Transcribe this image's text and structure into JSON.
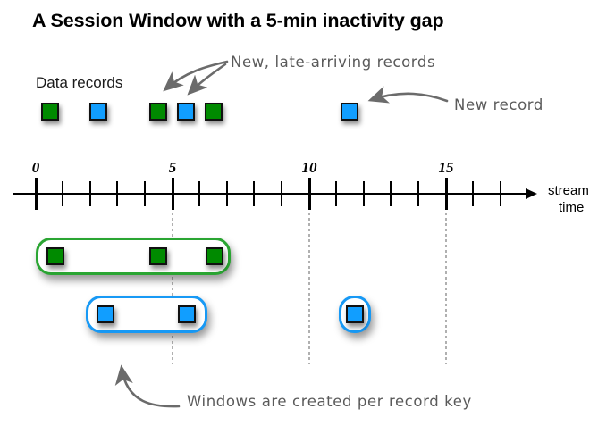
{
  "title": "A Session Window with a 5-min inactivity gap",
  "labels": {
    "data_records": "Data records",
    "axis_name_line1": "stream",
    "axis_name_line2": "time"
  },
  "annotations": {
    "late_records": "New, late-arriving records",
    "new_record": "New record",
    "windows_per_key": "Windows are created per record key"
  },
  "colors": {
    "green_record": "#008a00",
    "blue_record": "#119eff",
    "green_window_border": "#2aa532",
    "blue_window_border": "#1799f5",
    "annotation_gray": "#5a5a5a",
    "axis": "#000000",
    "guide": "#b0b0b0"
  },
  "axis": {
    "tick_labels": [
      "0",
      "5",
      "10",
      "15"
    ],
    "tick_label_values": [
      0,
      5,
      10,
      15
    ],
    "major_ticks": [
      0,
      5,
      10,
      15
    ],
    "minor_ticks": [
      1,
      2,
      3,
      4,
      6,
      7,
      8,
      9,
      11,
      12,
      13,
      14,
      16,
      17
    ],
    "range": [
      0,
      17.5
    ],
    "unit_label": "stream time"
  },
  "chart_data": {
    "type": "timeline",
    "title": "A Session Window with a 5-min inactivity gap",
    "xlabel": "stream time",
    "xlim": [
      0,
      17.5
    ],
    "gap_minutes": 5,
    "records_row": [
      {
        "key": "green",
        "time": 0.3
      },
      {
        "key": "blue",
        "time": 2.0
      },
      {
        "key": "green",
        "time": 4.2
      },
      {
        "key": "blue",
        "time": 5.2
      },
      {
        "key": "green",
        "time": 6.2
      },
      {
        "key": "blue",
        "time": 11.2
      }
    ],
    "windows": [
      {
        "key": "green",
        "start": 0.1,
        "end": 7.1,
        "records": [
          0.3,
          4.2,
          6.2
        ]
      },
      {
        "key": "blue",
        "start": 1.9,
        "end": 6.3,
        "records": [
          2.0,
          5.2
        ]
      },
      {
        "key": "blue",
        "start": 10.9,
        "end": 12.0,
        "records": [
          11.2
        ]
      }
    ],
    "guides": [
      5,
      10,
      15
    ],
    "annotations": [
      {
        "text": "New, late-arriving records",
        "points_to": [
          4.2,
          5.2
        ]
      },
      {
        "text": "New record",
        "points_to": [
          11.2
        ]
      },
      {
        "text": "Windows are created per record key",
        "points_to": [
          3.2
        ]
      }
    ]
  }
}
